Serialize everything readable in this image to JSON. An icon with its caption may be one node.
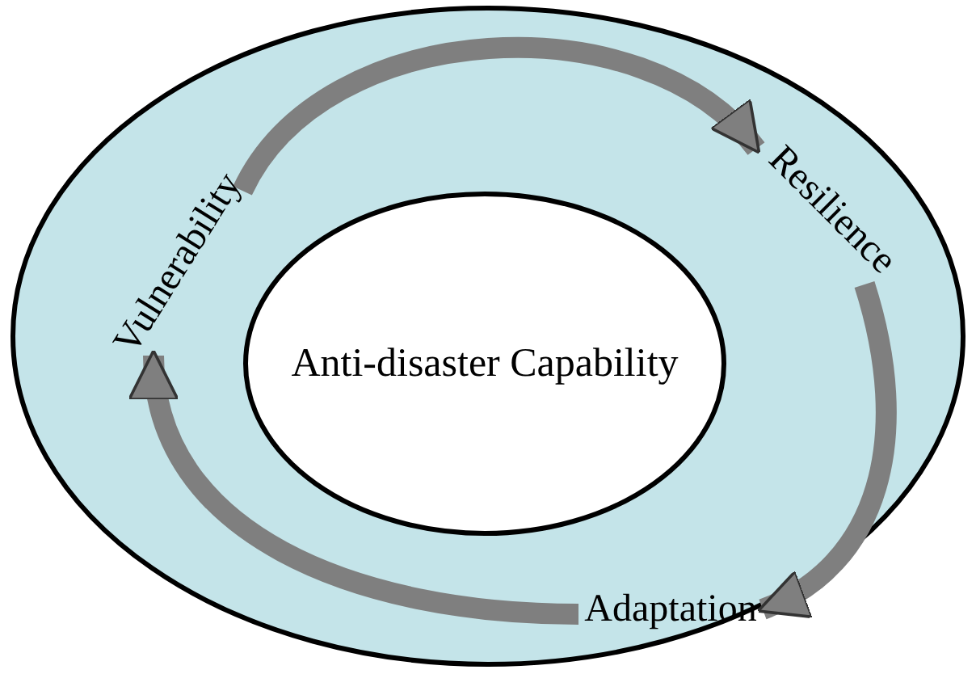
{
  "diagram": {
    "nodes": [
      {
        "text": [],
        "shape": "ellipse"
      },
      {
        "text": [
          "Anti-disaster Capability"
        ],
        "in": 0
      },
      {
        "text": [
          "Vulnerability"
        ],
        "in": 0
      },
      {
        "text": [
          "Resilience"
        ],
        "in": 0
      },
      {
        "text": [
          "Adaptation"
        ],
        "in": 0
      }
    ],
    "edges": [
      {
        "from": 2,
        "to": 3,
        "arrow": "to"
      },
      {
        "from": 3,
        "to": 4,
        "arrow": "to"
      },
      {
        "from": 4,
        "to": 2,
        "arrow": "to"
      }
    ]
  }
}
